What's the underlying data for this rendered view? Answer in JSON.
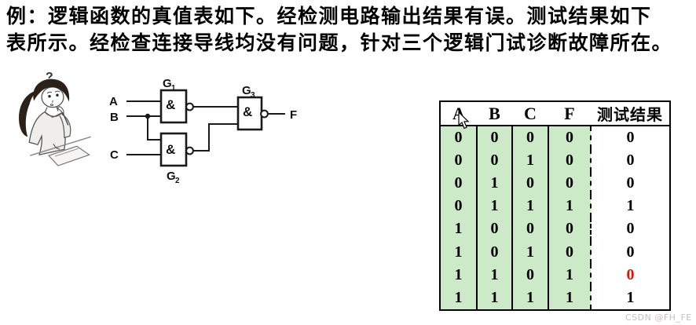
{
  "title": {
    "line1": "例：逻辑函数的真值表如下。经检测电路输出结果有误。测试结果如下",
    "line2": "表所示。经检查连接导线均没有问题，针对三个逻辑门试诊断故障所在。"
  },
  "illustration": {
    "question_mark": "?"
  },
  "circuit": {
    "input_a": "A",
    "input_b": "B",
    "input_c": "C",
    "output_f": "F",
    "gate1": {
      "letter": "G",
      "sub": "1",
      "op": "&"
    },
    "gate2": {
      "letter": "G",
      "sub": "2",
      "op": "&"
    },
    "gate3": {
      "letter": "G",
      "sub": "3",
      "op": "&"
    }
  },
  "table": {
    "headers": [
      "A",
      "B",
      "C",
      "F",
      "测试结果"
    ],
    "rows": [
      [
        "0",
        "0",
        "0",
        "0",
        "0"
      ],
      [
        "0",
        "0",
        "1",
        "0",
        "0"
      ],
      [
        "0",
        "1",
        "0",
        "0",
        "0"
      ],
      [
        "0",
        "1",
        "1",
        "1",
        "1"
      ],
      [
        "1",
        "0",
        "0",
        "0",
        "0"
      ],
      [
        "1",
        "0",
        "1",
        "0",
        "0"
      ],
      [
        "1",
        "1",
        "0",
        "1",
        "0"
      ],
      [
        "1",
        "1",
        "1",
        "1",
        "1"
      ]
    ],
    "error": {
      "row": 6,
      "col": 4
    }
  },
  "watermark": "CSDN @FH_FE",
  "colors": {
    "cell-green": "#cdeac8",
    "error-red": "#e01400",
    "watermark-color": "#cbbfbf"
  }
}
